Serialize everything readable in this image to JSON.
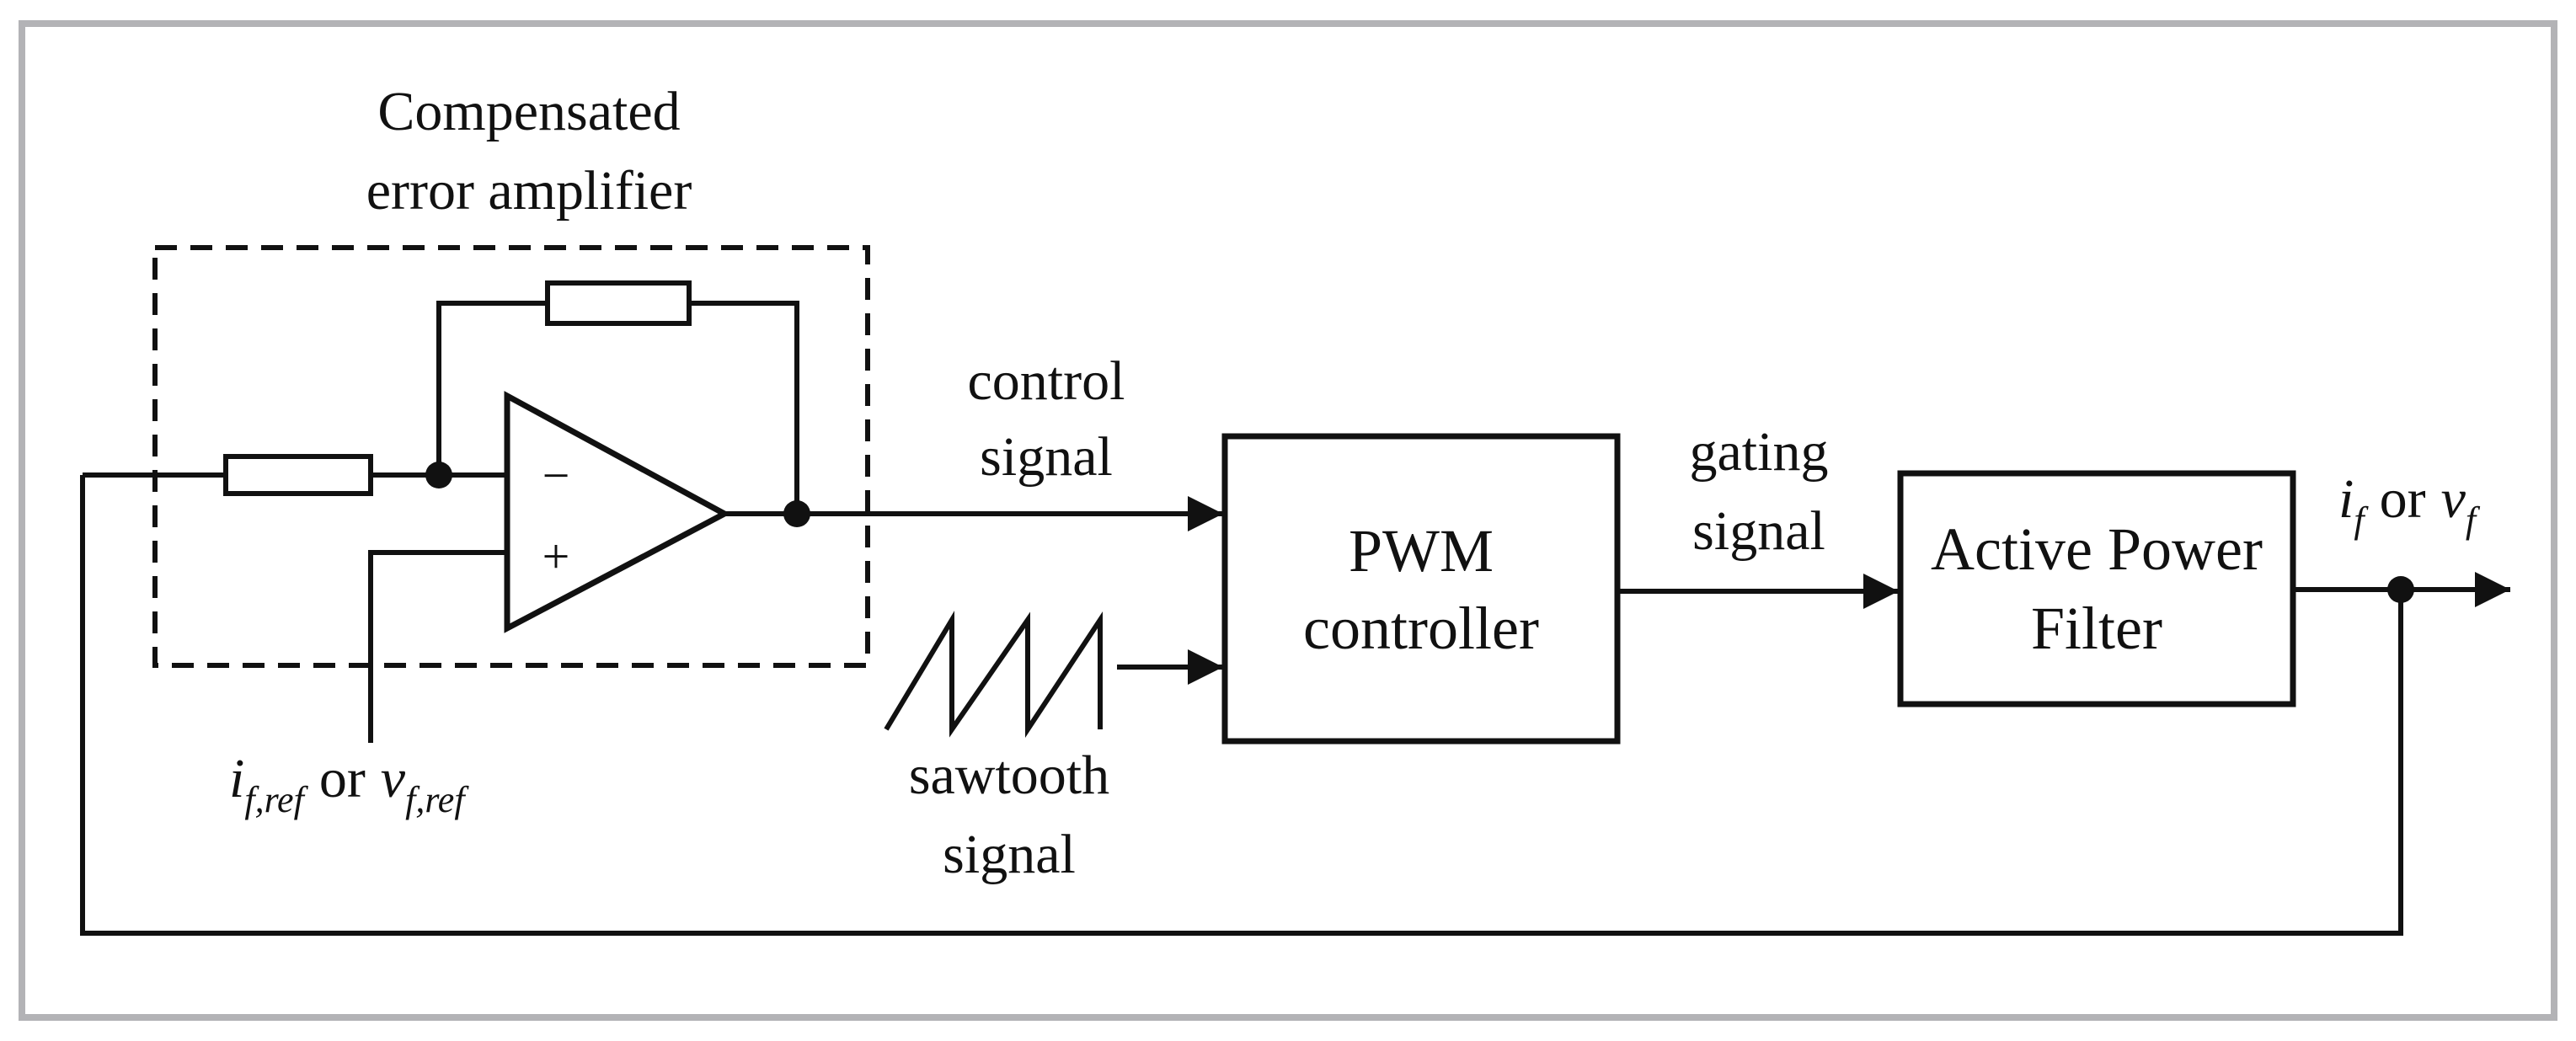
{
  "labels": {
    "amplifier_title_line1": "Compensated",
    "amplifier_title_line2": "error amplifier",
    "minus_sign": "−",
    "plus_sign": "+",
    "control_signal_line1": "control",
    "control_signal_line2": "signal",
    "gating_signal_line1": "gating",
    "gating_signal_line2": "signal",
    "sawtooth_signal_line1": "sawtooth",
    "sawtooth_signal_line2": "signal",
    "reference_i": "i",
    "reference_i_sub": "f,ref",
    "reference_or": "or",
    "reference_v": "v",
    "reference_v_sub": "f,ref",
    "output_i": "i",
    "output_i_sub": "f",
    "output_or": "or",
    "output_v": "v",
    "output_v_sub": "f"
  },
  "blocks": {
    "pwm_line1": "PWM",
    "pwm_line2": "controller",
    "filter_line1": "Active Power",
    "filter_line2": "Filter"
  },
  "colors": {
    "stroke": "#111111",
    "frame": "#b3b3b6",
    "background": "#ffffff"
  }
}
